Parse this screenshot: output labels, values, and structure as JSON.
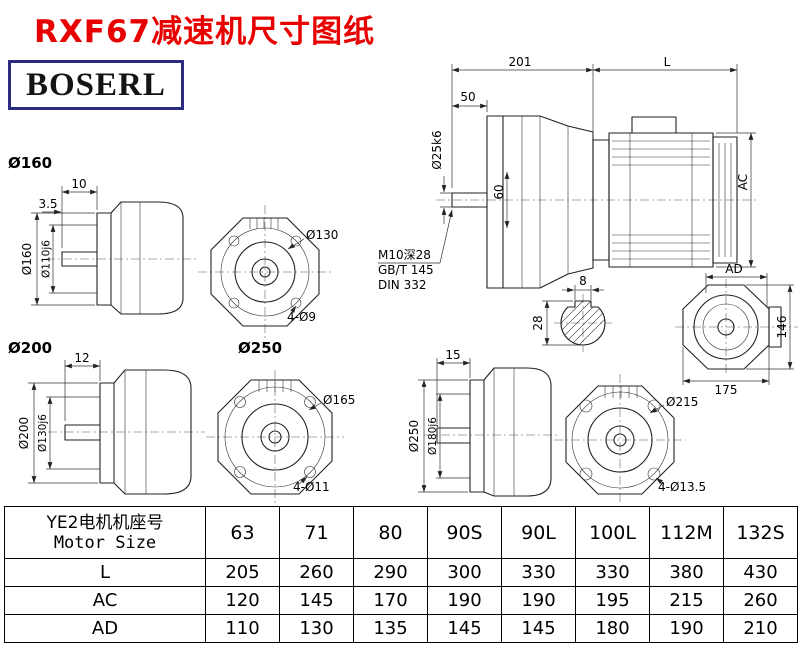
{
  "page": {
    "title": "RXF67减速机尺寸图纸",
    "brand": "BOSERL"
  },
  "colors": {
    "title_red": "#e80000",
    "brand_border": "#2b2b80"
  },
  "drawing": {
    "series160": {
      "label": "Ø160",
      "d10": "10",
      "d35": "3.5",
      "dOD": "Ø160",
      "dSpigot": "Ø110j6"
    },
    "flange130": {
      "dBolt": "Ø130",
      "holes": "4-Ø9"
    },
    "main": {
      "d201": "201",
      "dL": "L",
      "d50": "50",
      "d25": "Ø25k6",
      "d60": "60",
      "dAC": "AC",
      "note1": "M10深28",
      "note2": "GB/T 145",
      "note3": "DIN 332"
    },
    "rear": {
      "dAD": "AD",
      "d146": "146",
      "d175": "175"
    },
    "keyway": {
      "d8": "8",
      "d28": "28"
    },
    "series200": {
      "label": "Ø200",
      "d12": "12",
      "dOD": "Ø200",
      "dSpigot": "Ø130j6"
    },
    "flange165": {
      "dBolt": "Ø165",
      "holes": "4-Ø11"
    },
    "series250": {
      "label": "Ø250",
      "d15": "15",
      "dOD": "Ø250",
      "dSpigot": "Ø180j6"
    },
    "flange215": {
      "dBolt": "Ø215",
      "holes": "4-Ø13.5"
    }
  },
  "table": {
    "header": {
      "label_cn": "YE2电机机座号",
      "label_en": "Motor Size",
      "sizes": [
        "63",
        "71",
        "80",
        "90S",
        "90L",
        "100L",
        "112M",
        "132S"
      ]
    },
    "rows": [
      {
        "name": "L",
        "values": [
          "205",
          "260",
          "290",
          "300",
          "330",
          "330",
          "380",
          "430"
        ]
      },
      {
        "name": "AC",
        "values": [
          "120",
          "145",
          "170",
          "190",
          "190",
          "195",
          "215",
          "260"
        ]
      },
      {
        "name": "AD",
        "values": [
          "110",
          "130",
          "135",
          "145",
          "145",
          "180",
          "190",
          "210"
        ]
      }
    ]
  }
}
